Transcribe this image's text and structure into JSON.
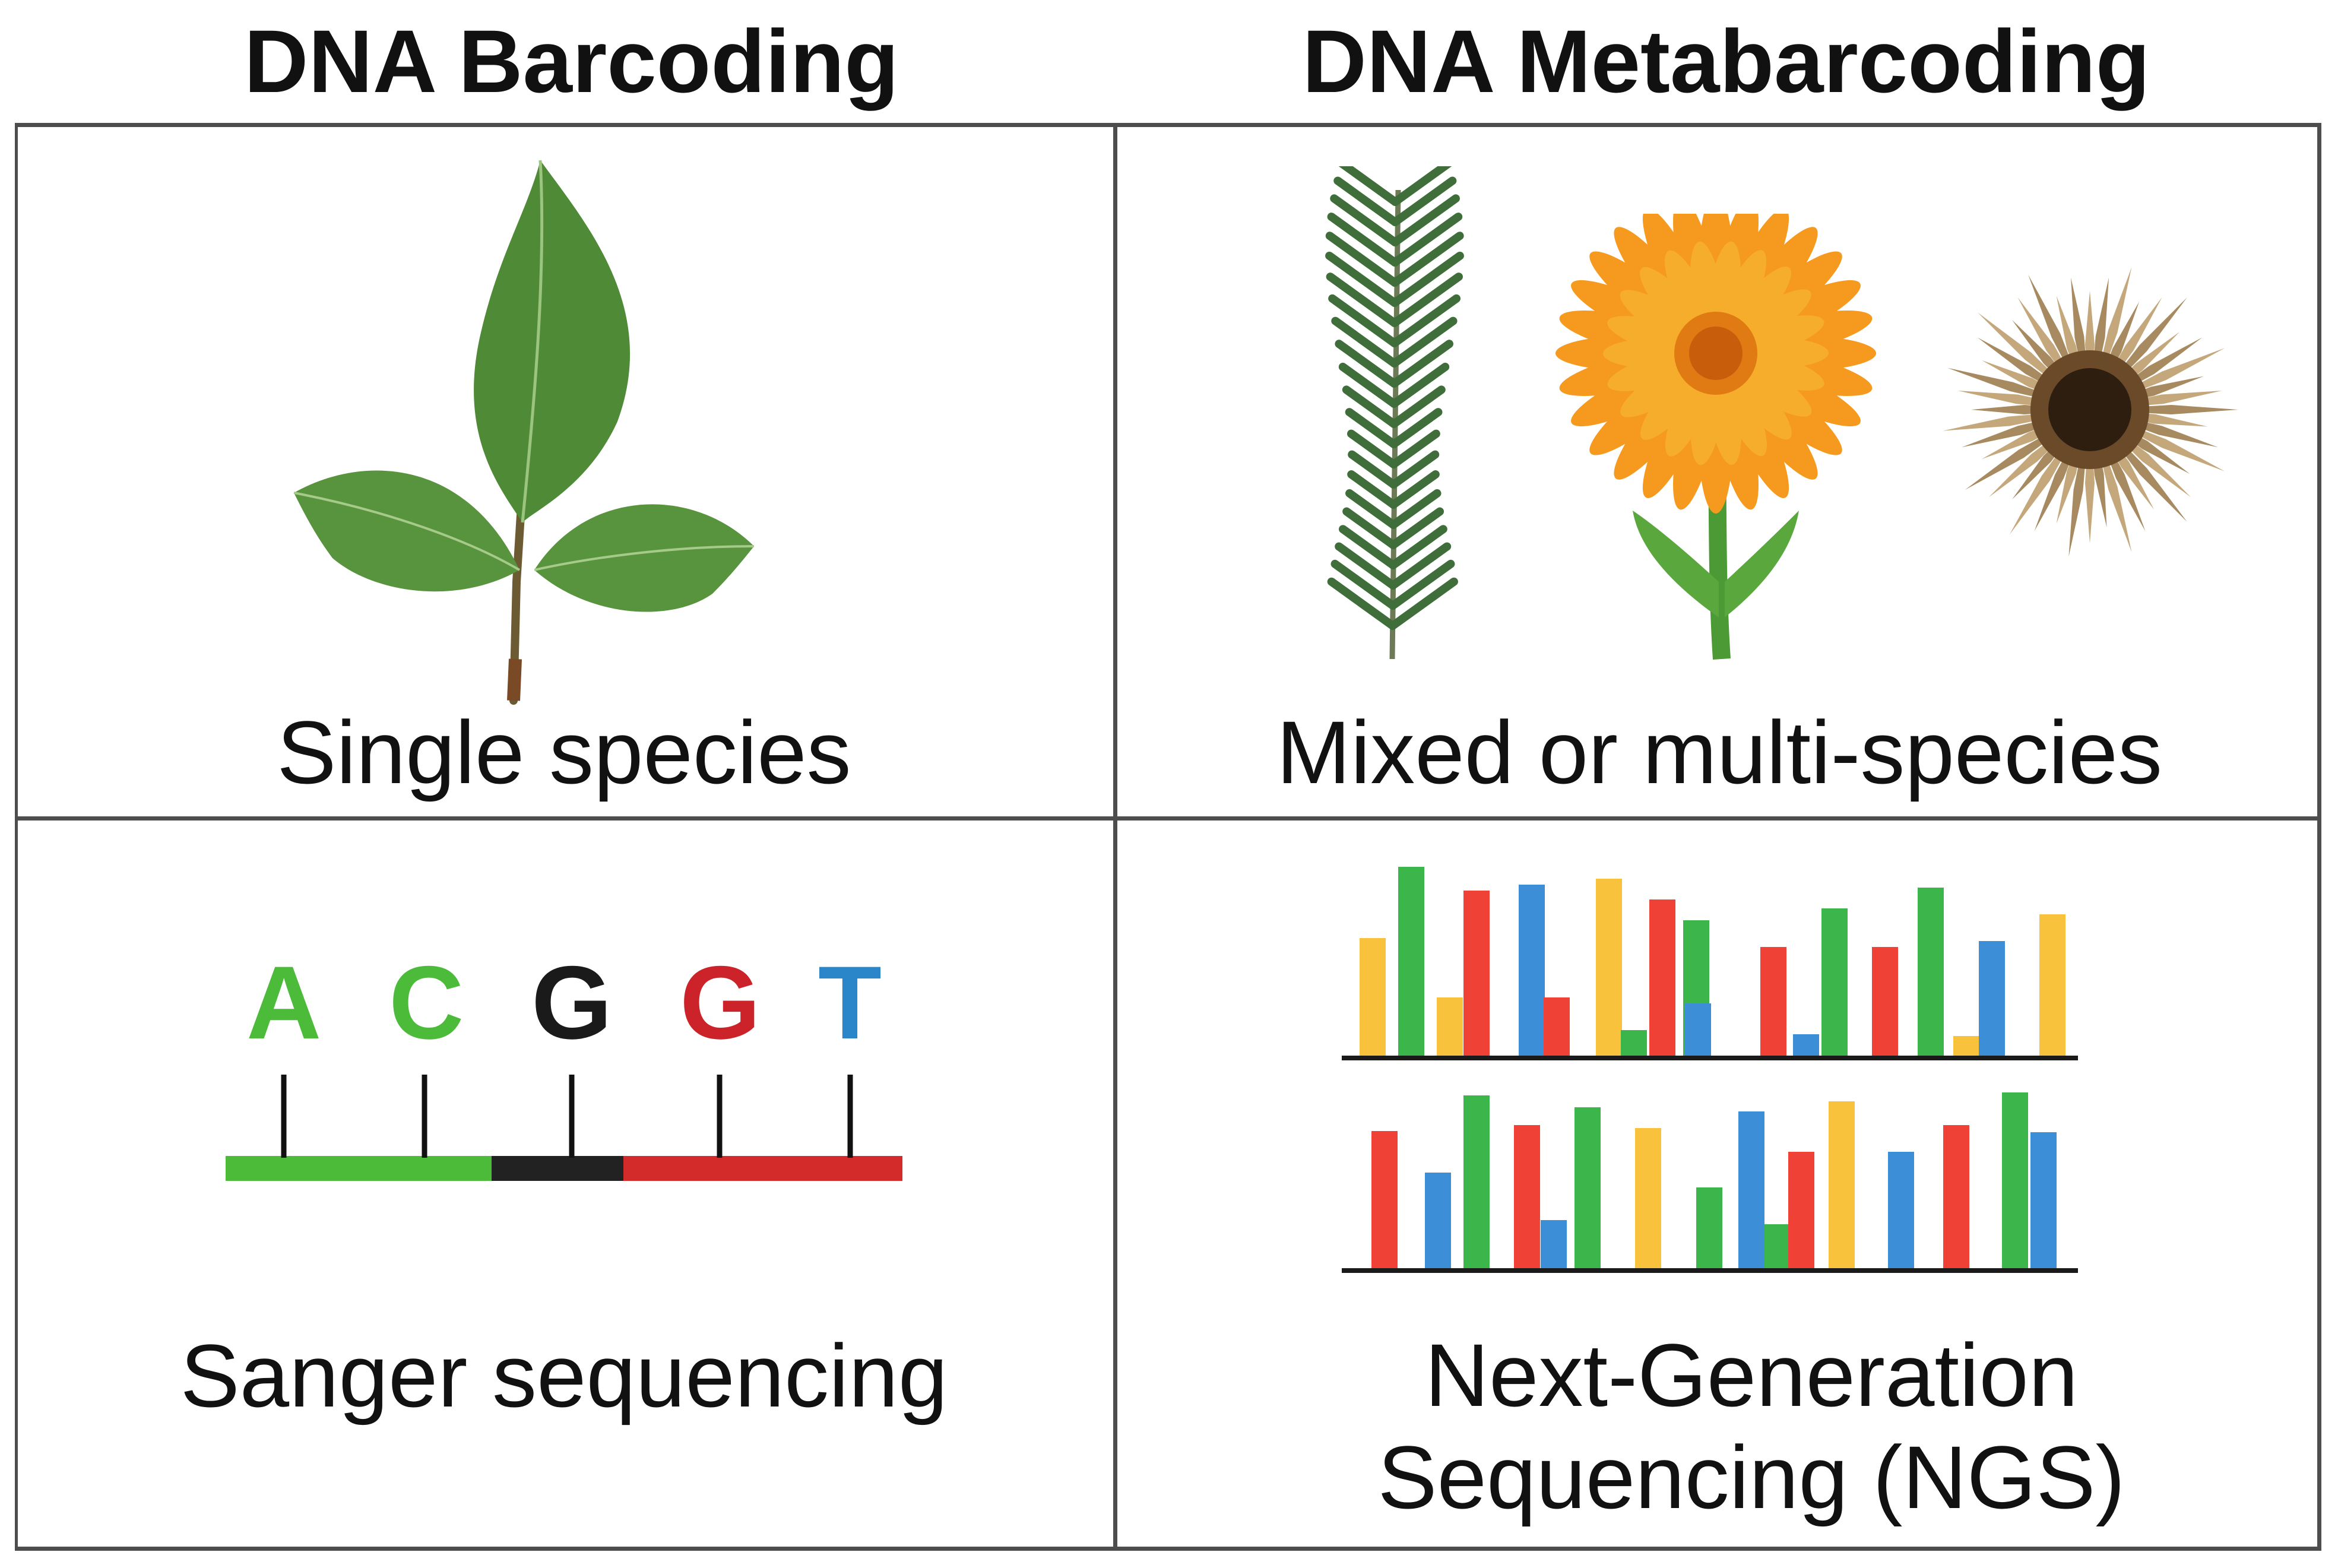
{
  "columns": {
    "left_title": "DNA Barcoding",
    "right_title": "DNA Metabarcoding"
  },
  "cells": {
    "single_species": "Single species",
    "mixed_species": "Mixed or multi-species",
    "sanger": "Sanger sequencing",
    "ngs_line1": "Next-Generation",
    "ngs_line2": "Sequencing (NGS)"
  },
  "sanger_bases": [
    {
      "letter": "A",
      "color": "#4cbb3a"
    },
    {
      "letter": "C",
      "color": "#4cbb3a"
    },
    {
      "letter": "G",
      "color": "#1a1a1a"
    },
    {
      "letter": "G",
      "color": "#cc2229"
    },
    {
      "letter": "T",
      "color": "#2a86c8"
    }
  ],
  "colors": {
    "green": "#3cb54a",
    "red": "#ef4136",
    "blue": "#3c8fd6",
    "yellow": "#f9c23c",
    "black": "#1a1a1a",
    "grid": "#4d4d4d"
  }
}
